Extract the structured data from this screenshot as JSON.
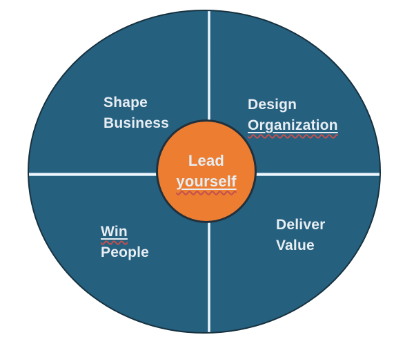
{
  "diagram": {
    "type": "quadrant-circle",
    "colors": {
      "ring_fill": "#26607f",
      "ring_stroke": "#16313f",
      "divider_edge": "#8fb8d0",
      "divider_core": "#f2f8fc",
      "center_fill": "#ed7d31",
      "center_stroke": "#20303c",
      "text": "#e7eef3",
      "squiggle": "#c24f4f",
      "page_bg": "#ffffff"
    },
    "center": {
      "line1": "Lead",
      "line2": "yourself"
    },
    "quadrants": {
      "top_left": {
        "line1": "Shape",
        "line2": "Business"
      },
      "top_right": {
        "line1": "Design",
        "line2": "Organization"
      },
      "bottom_left": {
        "line1": "Win",
        "line2": "People"
      },
      "bottom_right": {
        "line1": "Deliver",
        "line2": "Value"
      }
    }
  }
}
